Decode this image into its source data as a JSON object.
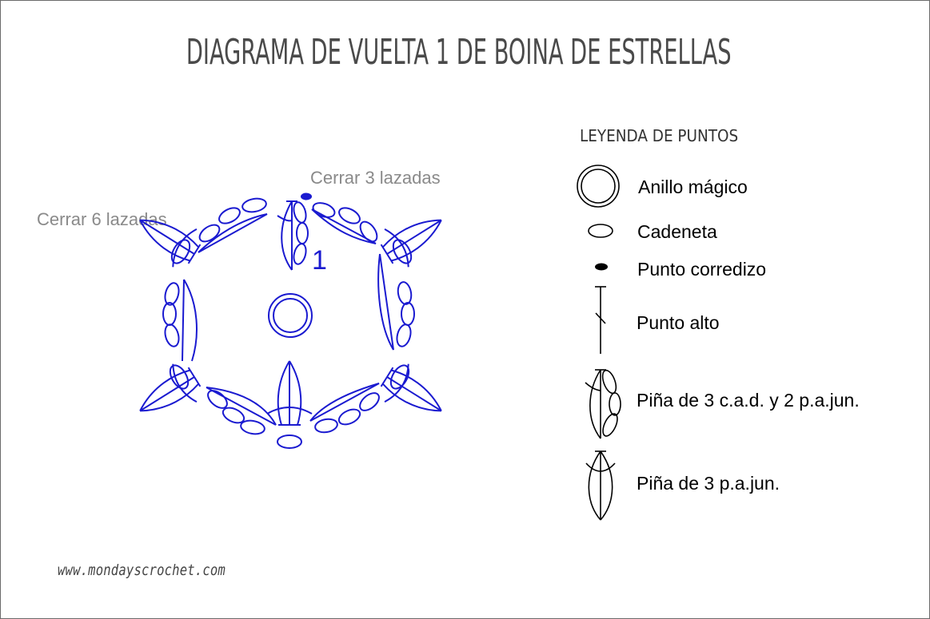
{
  "title": "DIAGRAMA DE VUELTA 1 DE BOINA DE ESTRELLAS",
  "diagram": {
    "round_number": "1",
    "notes": {
      "close_3": "Cerrar 3 lazadas",
      "close_6": "Cerrar 6 lazadas"
    },
    "stroke_color": "#1a1ad0"
  },
  "legend": {
    "title": "LEYENDA DE PUNTOS",
    "items": [
      {
        "symbol": "magic-ring",
        "label": "Anillo mágico"
      },
      {
        "symbol": "chain",
        "label": "Cadeneta"
      },
      {
        "symbol": "slip-stitch",
        "label": "Punto corredizo"
      },
      {
        "symbol": "double-crochet",
        "label": "Punto alto"
      },
      {
        "symbol": "cluster-3ch-2dc",
        "label": "Piña de 3 c.a.d. y 2 p.a.jun."
      },
      {
        "symbol": "cluster-3dc",
        "label": "Piña de 3 p.a.jun."
      }
    ],
    "stroke_color": "#000000"
  },
  "footer": {
    "url": "www.mondayscrochet.com"
  }
}
